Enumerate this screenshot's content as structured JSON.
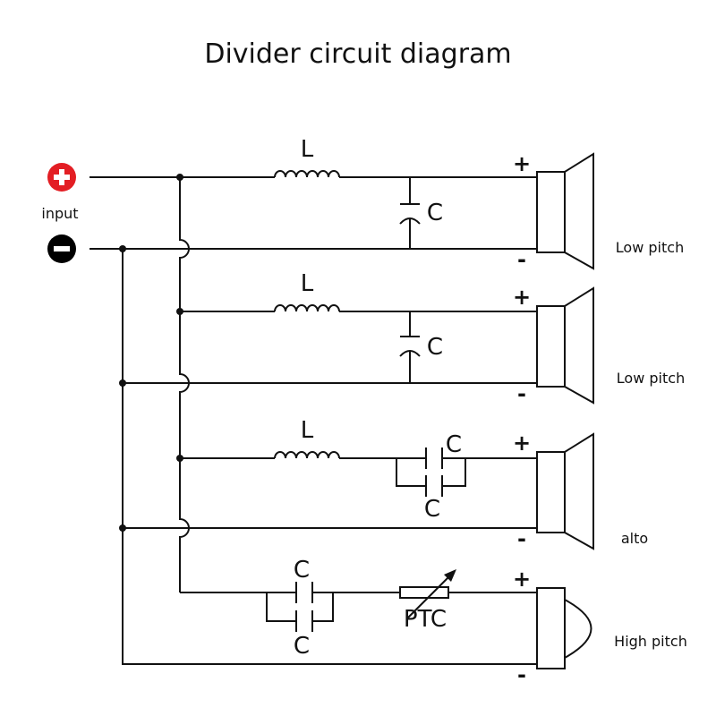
{
  "title": "Divider circuit diagram",
  "input": {
    "label": "input",
    "plus_color": "#e31e24",
    "minus_color": "#000000"
  },
  "labels": {
    "inductor": "L",
    "capacitor": "C",
    "ptc": "PTC",
    "plus": "+",
    "minus": "-"
  },
  "outputs": [
    {
      "name": "Low pitch",
      "speaker": "cone"
    },
    {
      "name": "Low pitch",
      "speaker": "cone"
    },
    {
      "name": "alto",
      "speaker": "cone"
    },
    {
      "name": "High pitch",
      "speaker": "dome"
    }
  ]
}
